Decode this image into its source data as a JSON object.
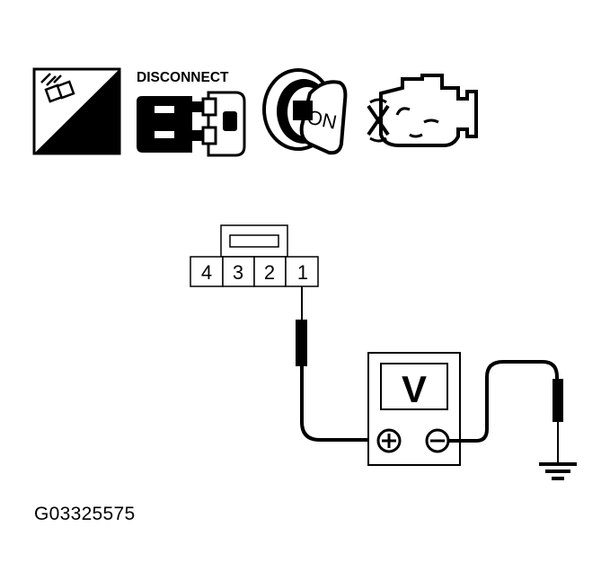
{
  "icons": {
    "ts_label": "T.S.",
    "disconnect_label": "DISCONNECT",
    "ignition_label": "ON"
  },
  "connector": {
    "pins": [
      "4",
      "3",
      "2",
      "1"
    ]
  },
  "meter": {
    "mode_label": "V"
  },
  "caption": "G03325575"
}
